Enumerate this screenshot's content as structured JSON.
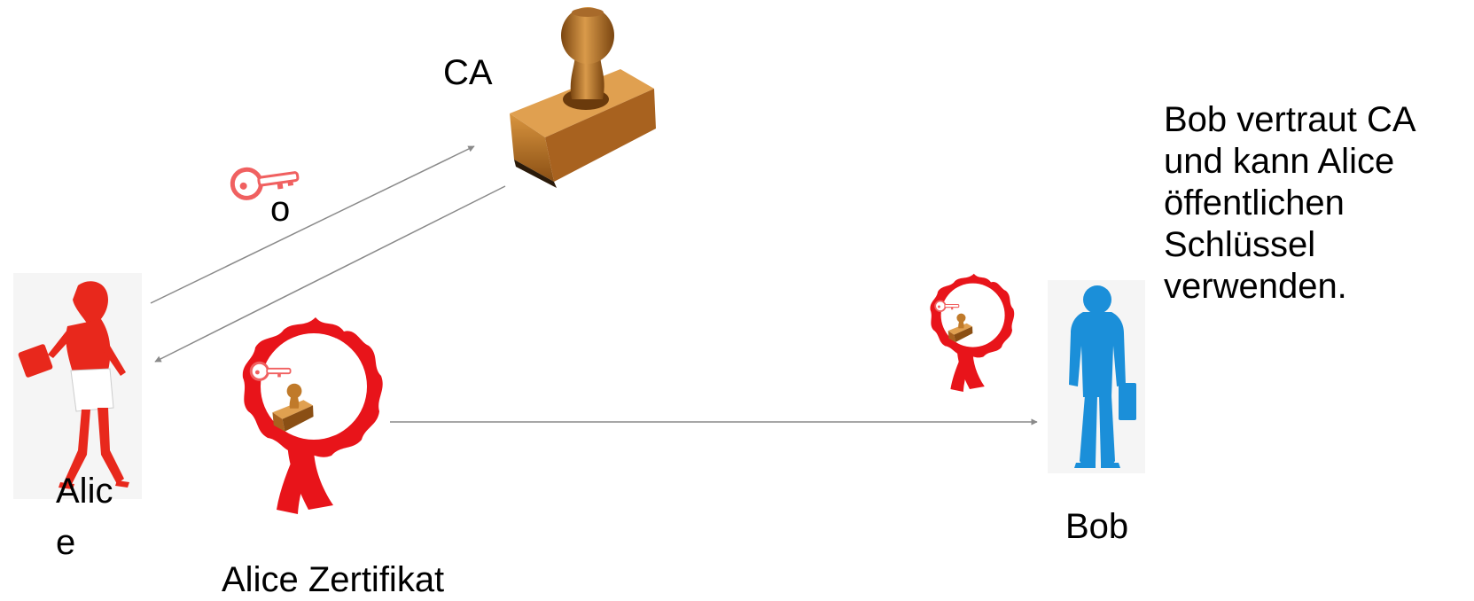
{
  "nodes": {
    "ca": {
      "label": "CA"
    },
    "alice": {
      "label_line1": "Alic",
      "label_line2": "e"
    },
    "bob": {
      "label": "Bob"
    },
    "key_suffix": "o",
    "certificate": {
      "label": "Alice Zertifikat"
    }
  },
  "note": {
    "lines": [
      "Bob vertraut CA",
      "und kann Alice",
      "öffentlichen",
      "Schlüssel",
      "verwenden."
    ]
  },
  "colors": {
    "alice": "#e8281c",
    "bob": "#1b8fd9",
    "seal": "#e8141a",
    "stamp": "#c07a2a",
    "arrow": "#8a8a8a",
    "key": "#f06060"
  },
  "icons": {
    "alice": "woman-walking-icon",
    "bob": "businessman-icon",
    "ca": "rubber-stamp-icon",
    "key": "key-icon",
    "seal": "certificate-seal-icon"
  }
}
